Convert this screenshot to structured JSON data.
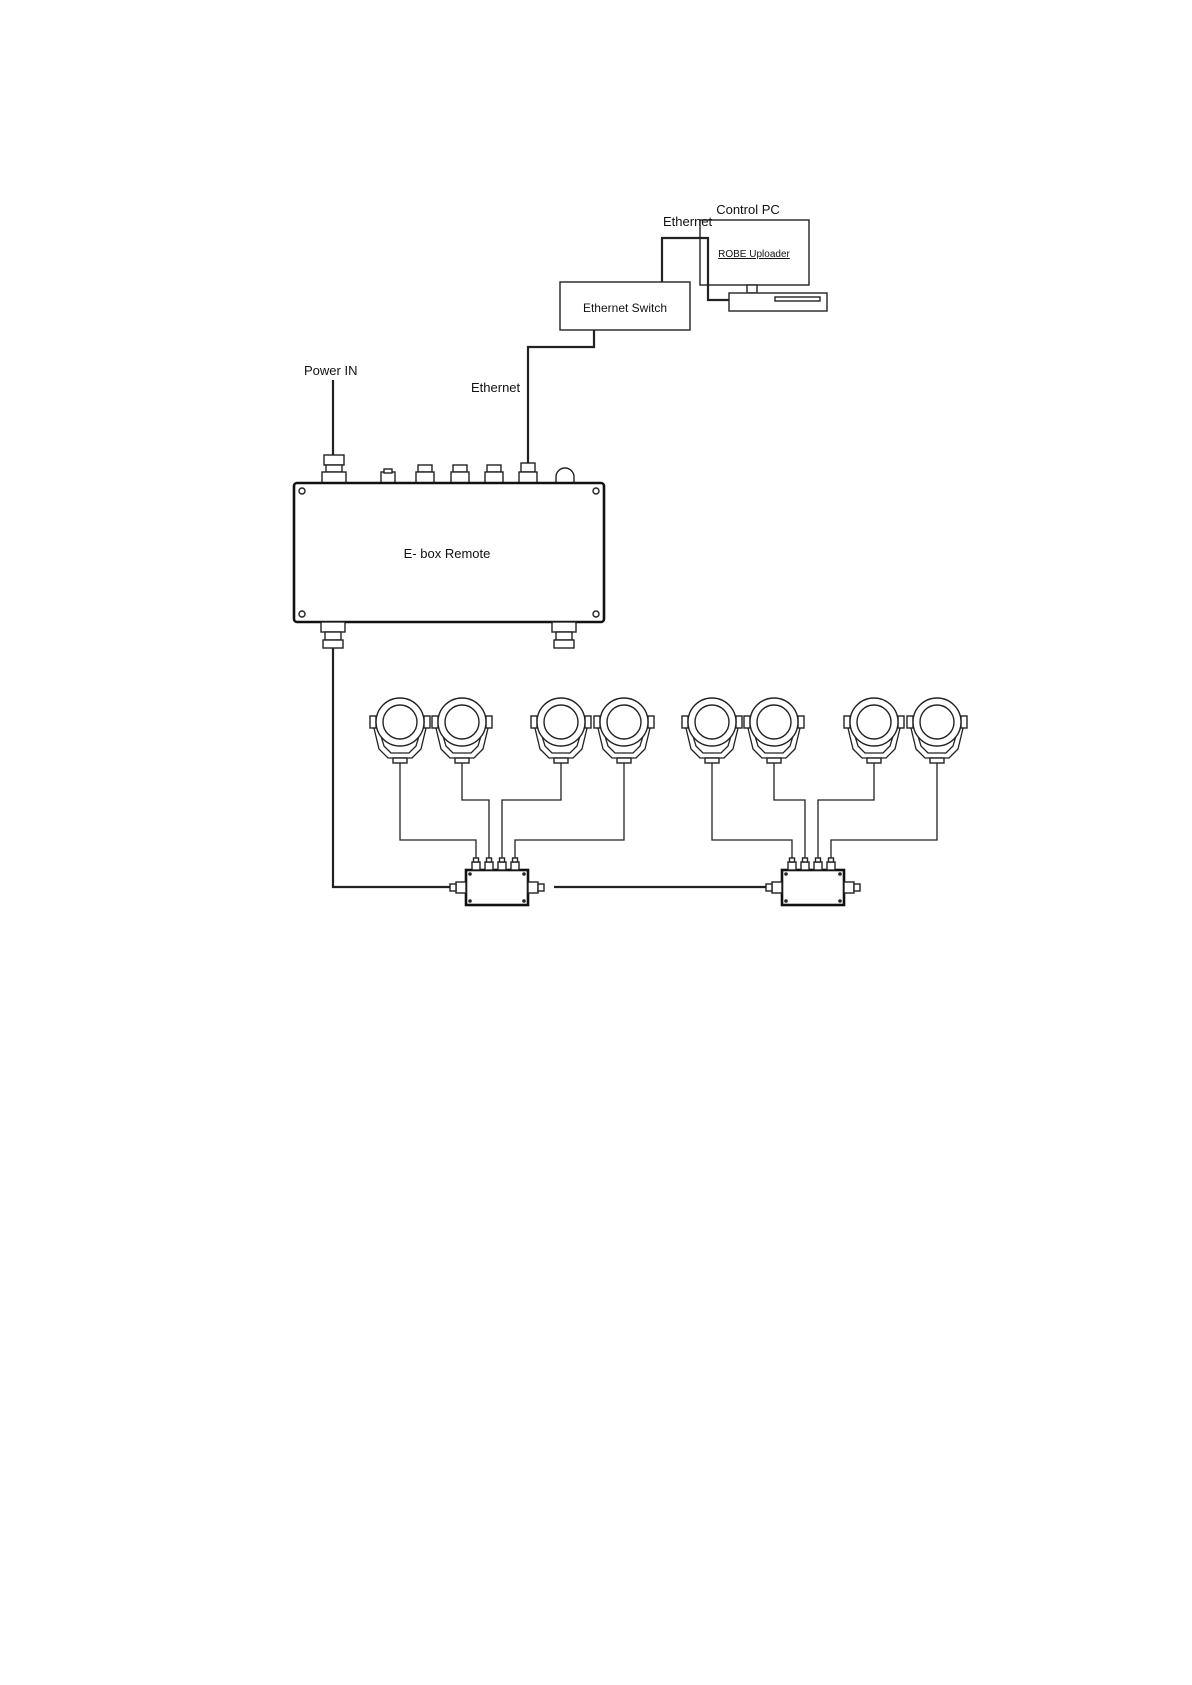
{
  "labels": {
    "control_pc": "Control PC",
    "robe_uploader": "ROBE Uploader",
    "ethernet_top": "Ethernet",
    "ethernet_switch": "Ethernet Switch",
    "ethernet_lower": "Ethernet",
    "power_in": "Power IN",
    "ebox_remote": "E- box Remote"
  },
  "icons": {
    "fixture": "spotlight-fixture-icon",
    "splitter": "junction-box-icon",
    "connector": "cable-gland-icon"
  },
  "colors": {
    "line": "#222222",
    "background": "#ffffff"
  }
}
